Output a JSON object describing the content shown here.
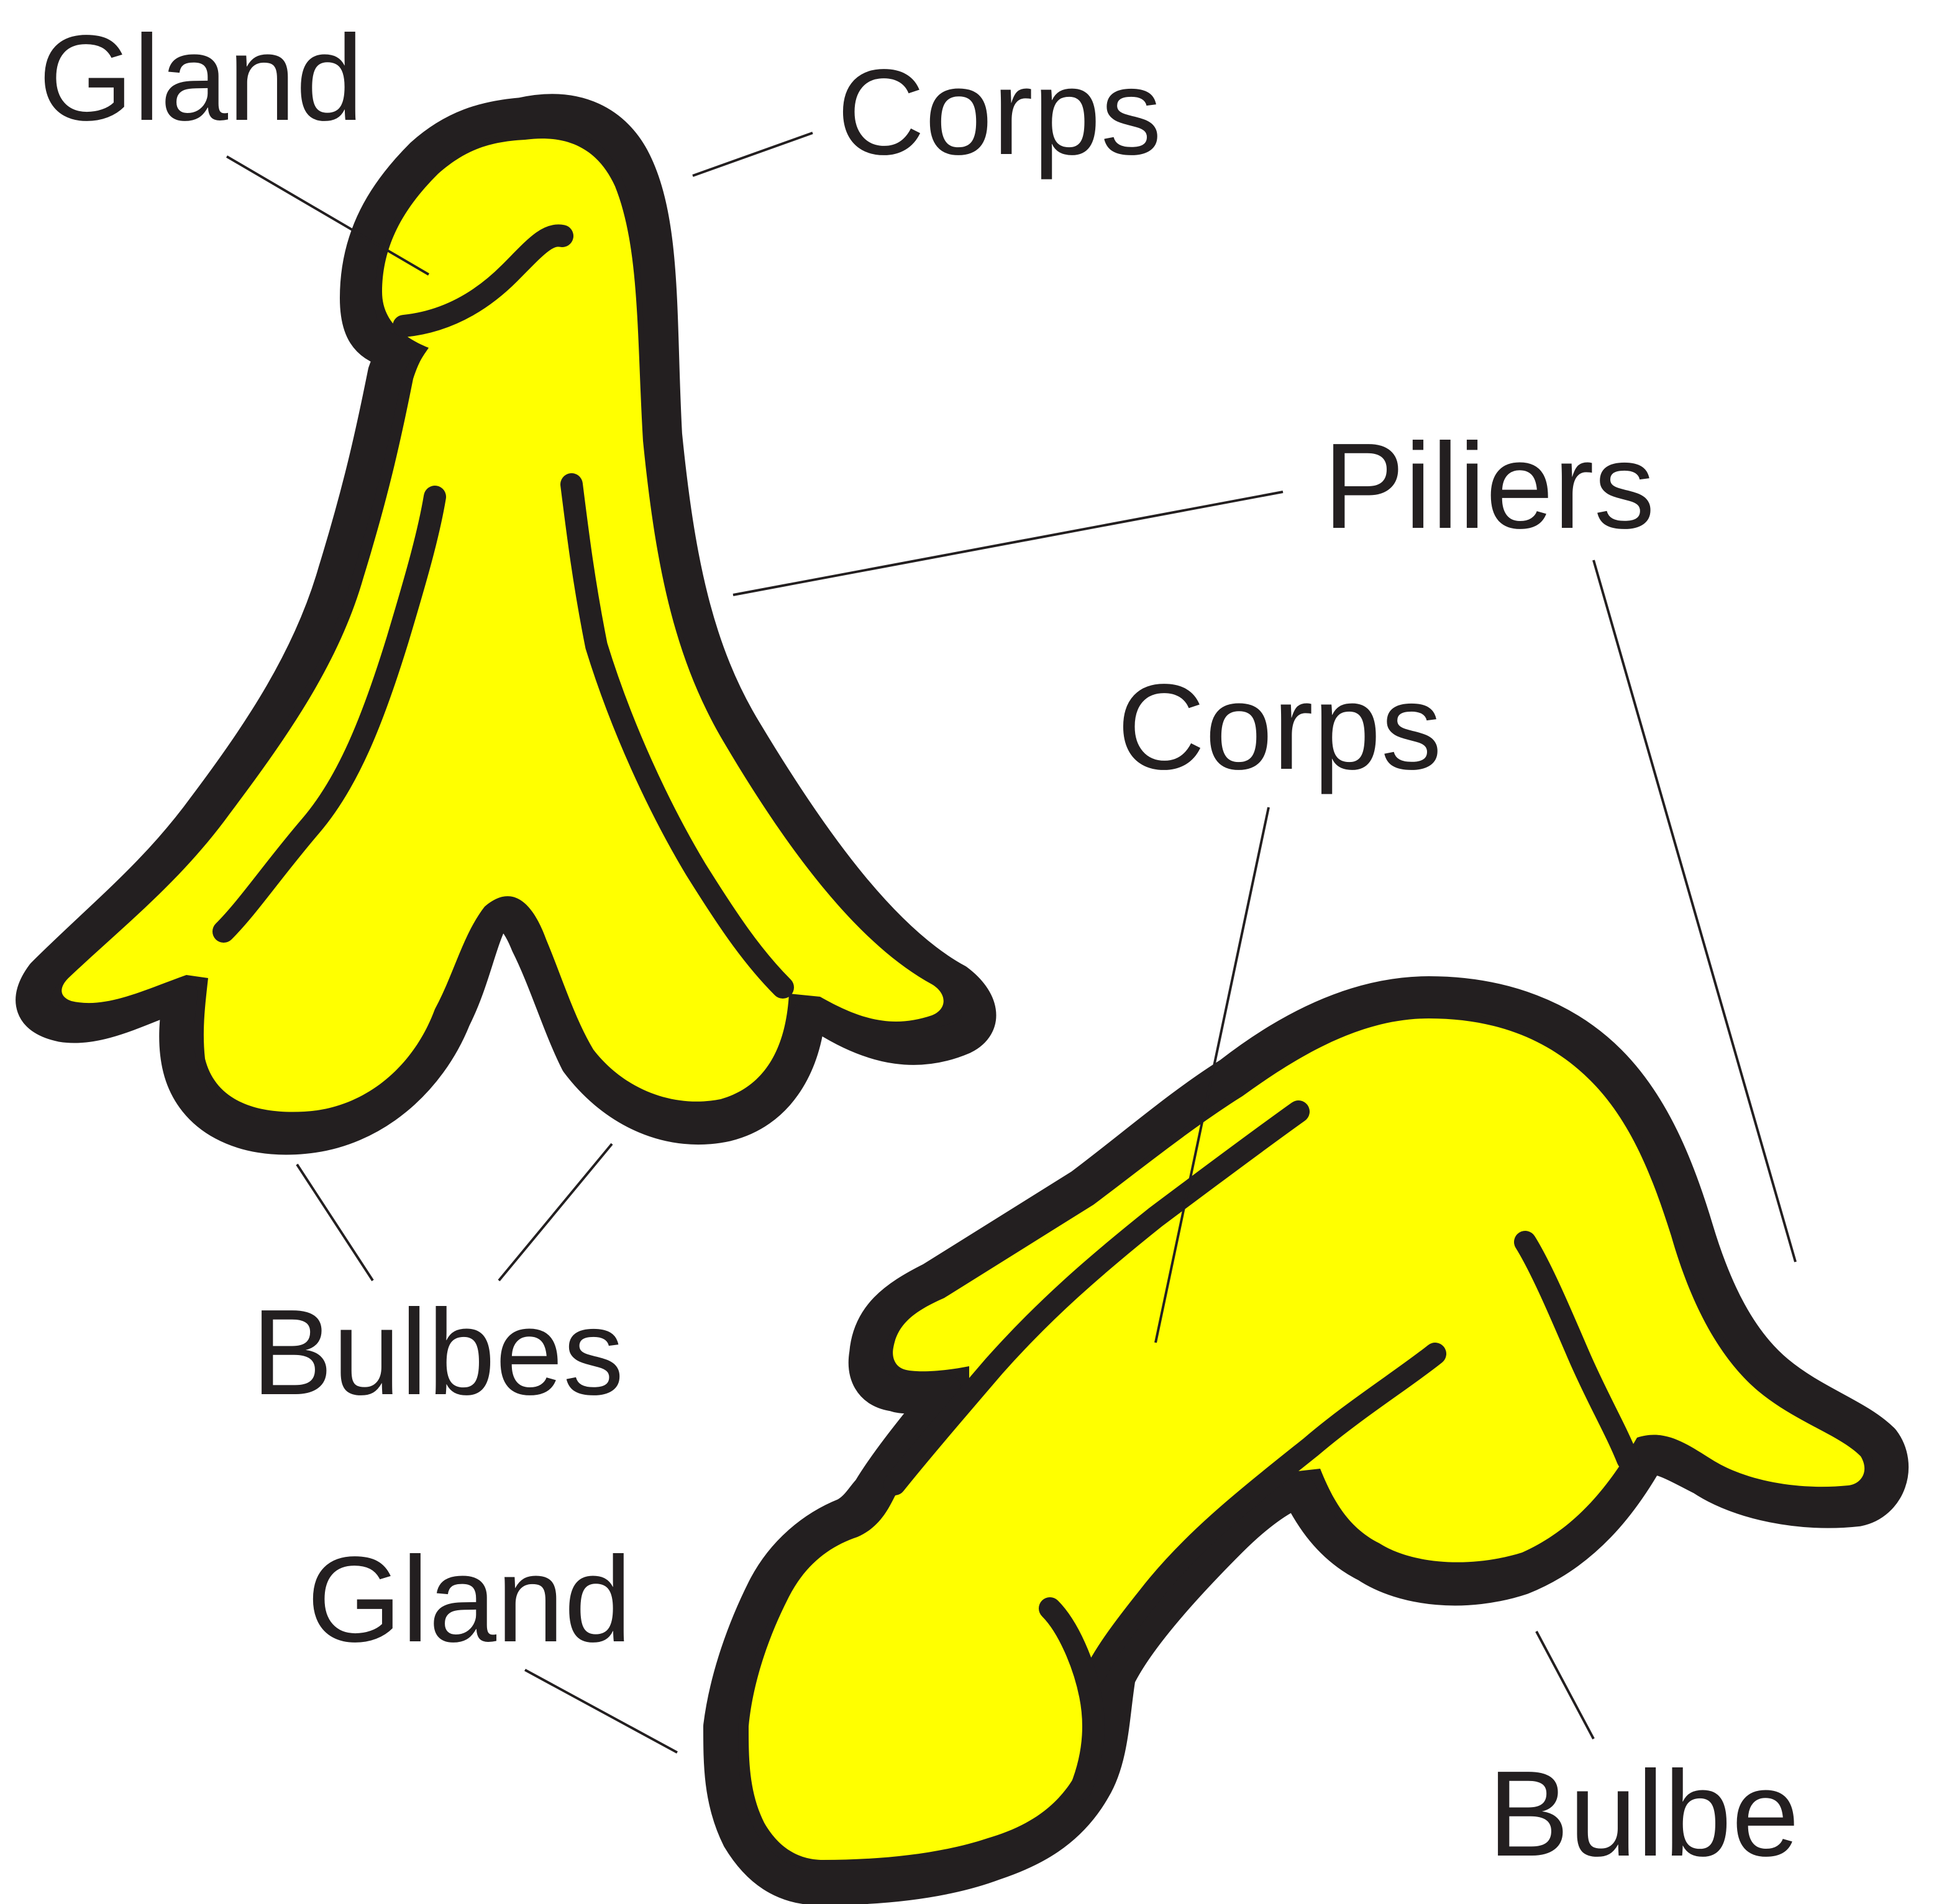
{
  "colors": {
    "organ_fill": "#ffff00",
    "outline": "#231f20",
    "text": "#231f20",
    "background": "#ffffff"
  },
  "top_figure": {
    "labels": {
      "gland": "Gland",
      "corps": "Corps",
      "piliers": "Piliers",
      "bulbes": "Bulbes"
    }
  },
  "bottom_figure": {
    "labels": {
      "corps": "Corps",
      "gland": "Gland",
      "bulbe": "Bulbe"
    }
  }
}
